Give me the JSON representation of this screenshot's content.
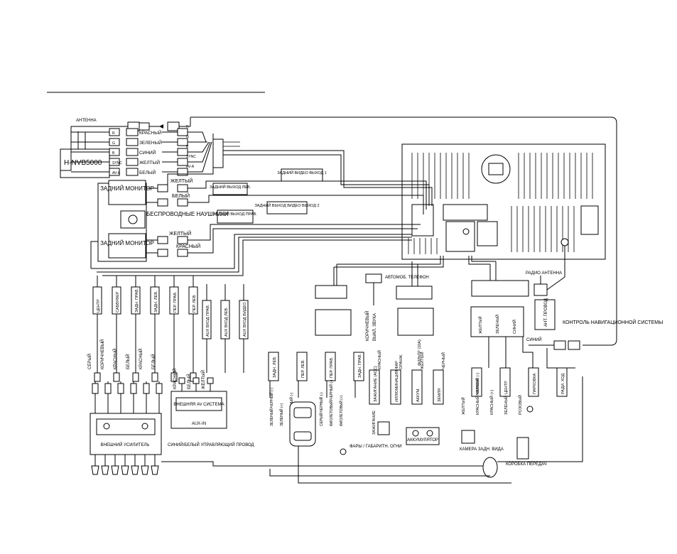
{
  "module": "H-NVB5000",
  "antenna": "АНТЕННА",
  "nvb_colors": [
    "КРАСНЫЙ",
    "ЗЕЛЕНЫЙ",
    "СИНИЙ",
    "ЖЕЛТЫЙ",
    "БЕЛЫЙ"
  ],
  "nvb_tags": [
    "R",
    "G",
    "B",
    "SYNC",
    "AV-A"
  ],
  "nvb_right_tags": [
    "R",
    "G",
    "B",
    "SYNC",
    "AV-A"
  ],
  "rear_monitor_1": "ЗАДНИЙ МОНИТОР",
  "rear_monitor_2": "ЗАДНИЙ МОНИТОР",
  "headphones": "БЕСПРОВОДНЫЕ НАУШНИКИ",
  "mon1_wires": [
    "ЖЕЛТЫЙ",
    "БЕЛЫЙ"
  ],
  "mon2_wires": [
    "ЖЕЛТЫЙ",
    "КРАСНЫЙ"
  ],
  "video_out_1": "ЗАДНИЙ ВИДЕО ВЫХОД 1",
  "video_out_left": "ЗАДНИЙ ВЫХОД ЛЕВ.",
  "video_out_2": "ЗАДНИЙ ВЫХОД ВИДЕО ВЫХОД 2",
  "video_out_right": "ЗАДНИЙ ВЫХОД ПРАВ.",
  "phone": "АВТОМОБ. ТЕЛЕФОН",
  "radio_antenna": "РАДИО АНТЕННА",
  "ant_wire": "АНТ. ПРОВОД",
  "nav_control": "КОНТРОЛЬ НАВИГАЦИОННОЙ СИСТЕМЫ",
  "blue_label": "СИНИЙ",
  "rca_outputs": [
    "ЦЕНТР",
    "САБВУФЕР",
    "ЗАДН. ПРАВ.",
    "ЗАДН. ЛЕВ.",
    "ПЕР. ПРАВ.",
    "ПЕР. ЛЕВ."
  ],
  "aux_labels": [
    "AUX ВХОД ПРАВ.",
    "AUX ВХОД ЛЕВ.",
    "AUX ВХОД ВИДЕО"
  ],
  "amp_wire_colors": [
    "СЕРЫЙ",
    "КОРИЧНЕВЫЙ",
    "КРАСНЫЙ",
    "БЕЛЫЙ",
    "КРАСНЫЙ",
    "БЕЛЫЙ"
  ],
  "aux_wire_colors": [
    "КРАСНЫЙ",
    "БЕЛЫЙ",
    "ЖЕЛТЫЙ"
  ],
  "ext_av": "ВНЕШНЯЯ AV СИСТЕМА",
  "aux_in": "AUX-IN",
  "ext_amp": "ВНЕШНИЙ УСИЛИТЕЛЬ",
  "amp_control": "СИНИЙ/БЕЛЫЙ УПРАВЛЯЮЩИЙ ПРОВОД",
  "speaker_boxes": [
    "ЗАДН. ЛЕВ.",
    "ПЕР. ЛЕВ.",
    "ПЕР. ПРАВ.",
    "ЗАДН. ПРАВ."
  ],
  "speaker_wires": [
    "ЗЕЛЕНЫЙ/ЧЕРНЫЙ (-)",
    "ЗЕЛЕНЫЙ (+)",
    "БЕЛЫЙ/ЧЕРНЫЙ (-)",
    "БЕЛЫЙ (+)",
    "СЕРЫЙ (+)",
    "СЕРЫЙ/ЧЕРНЫЙ (-)",
    "ФИОЛЕТОВЫЙ/ЧЕРНЫЙ (-)",
    "ФИОЛЕТОВЫЙ (+)"
  ],
  "phone_wire": "КОРИЧНЕВЫЙ",
  "phone_mute": "ВЫКЛ. ЗВУКА",
  "power_boxes": [
    "ЗАЖИГАНИЕ (ACC)",
    "ИЛЛЮМИНАЦИЯ ФАР",
    "АККУМ.",
    "ЗЕМЛЯ"
  ],
  "power_colors": [
    "КРАСНЫЙ",
    "ОРАНЖ.",
    "ЖЕЛТЫЙ",
    "ЧЕРНЫЙ"
  ],
  "fuse": "ФИЛЬТР (10A)",
  "ignition": "ЗАЖИГАНИЕ",
  "battery": "АККУМУЛЯТОР",
  "headlights": "ФАРЫ / ГАБАРИТН. ОГНИ",
  "cam_header": [
    "ЖЕЛТЫЙ",
    "ЗЕЛЕНЫЙ",
    "СИНИЙ"
  ],
  "cam_boxes": [
    "КАМЕРА",
    "ЦЕНТР",
    "ПАРКОВКА",
    "РАДИ. ХОД"
  ],
  "cam_colors": [
    "ЖЕЛТЫЙ",
    "КРАСНЫЙ/ЧЕРНЫЙ (-)",
    "КРАСНЫЙ (+)",
    "ЗЕЛЕНЫЙ",
    "РОЗОВЫЙ"
  ],
  "rear_camera": "КАМЕРА ЗАДН. ВИДА",
  "gearbox": "КОРОБКА ПЕРЕДАЧ"
}
